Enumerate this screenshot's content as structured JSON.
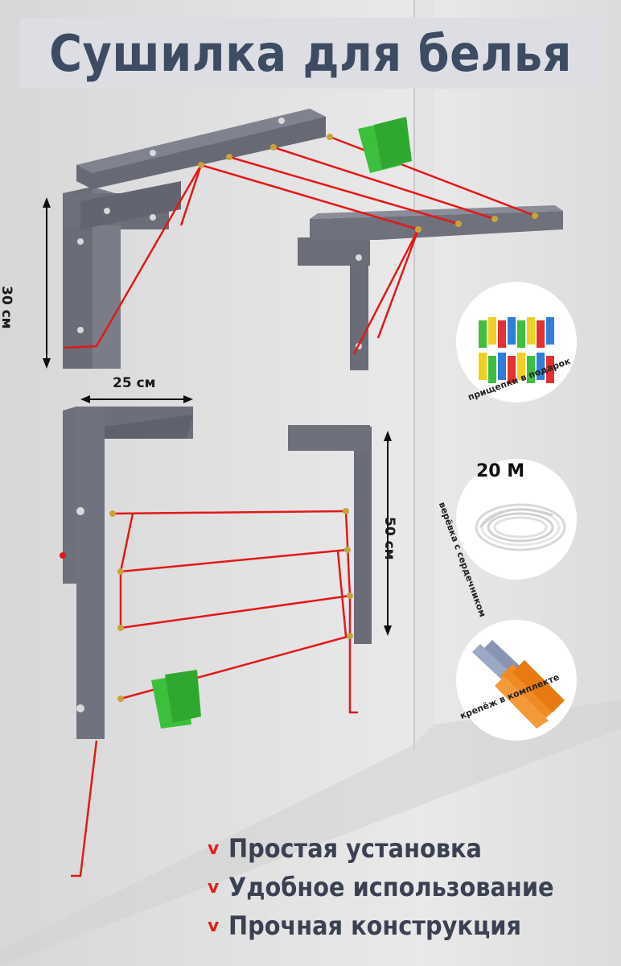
{
  "title": "Сушилка для белья",
  "dimensions": {
    "height_top": "30 см",
    "width": "25 см",
    "height_bottom": "50 см"
  },
  "gifts": {
    "clothespins_label": "прищепки в подарок",
    "rope_length": "20 М",
    "rope_label": "верёвка с сердечником",
    "fasteners_label": "крепёж в комплекте"
  },
  "features": [
    {
      "check": "v",
      "text": "Простая установка"
    },
    {
      "check": "v",
      "text": "Удобное использование"
    },
    {
      "check": "v",
      "text": "Прочная конструкция"
    }
  ],
  "colors": {
    "title_text": "#3d4b63",
    "bracket": "#5d5f6b",
    "rope": "#e31818",
    "clothespin": "#3cbf3c",
    "check": "#e02020"
  }
}
